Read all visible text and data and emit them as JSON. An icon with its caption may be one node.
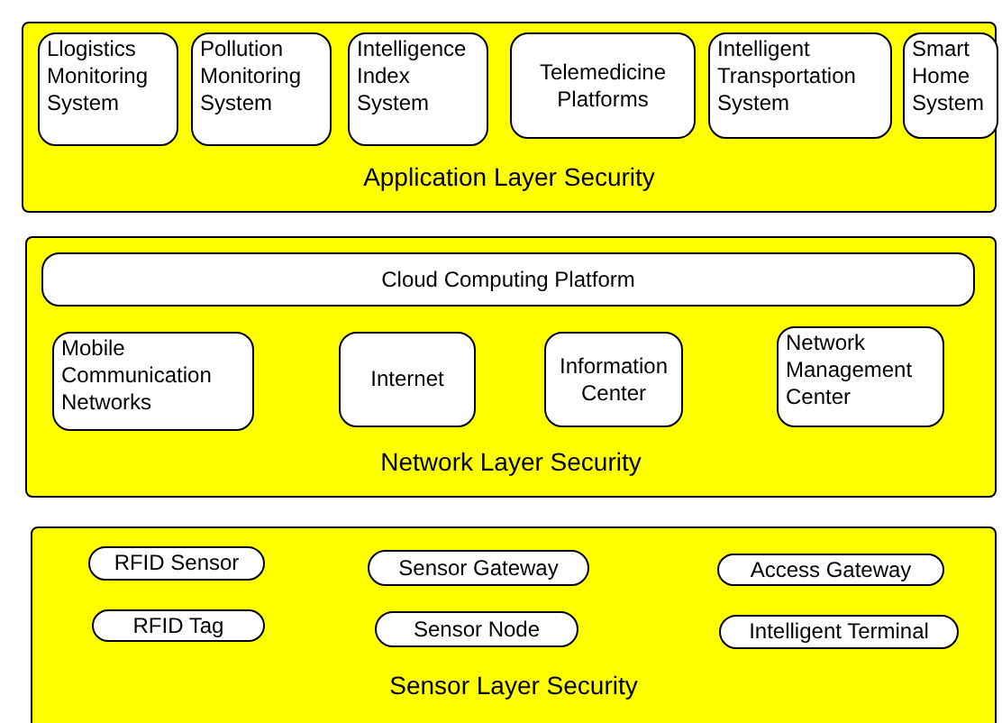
{
  "diagram": {
    "nodes": [
      {
        "text": [
          "Application Layer Security"
        ]
      },
      {
        "text": [
          "Llogistics Monitoring System"
        ],
        "in": 0
      },
      {
        "text": [
          "Pollution Monitoring System"
        ],
        "in": 0
      },
      {
        "text": [
          "Intelligence Index System"
        ],
        "in": 0
      },
      {
        "text": [
          "Telemedicine Platforms"
        ],
        "in": 0
      },
      {
        "text": [
          "Intelligent Transportation System"
        ],
        "in": 0
      },
      {
        "text": [
          "Smart Home System"
        ],
        "in": 0
      },
      {
        "text": [
          "Network Layer Security"
        ]
      },
      {
        "text": [
          "Cloud Computing Platform"
        ],
        "in": 7
      },
      {
        "text": [
          "Mobile Communication Networks"
        ],
        "in": 7
      },
      {
        "text": [
          "Internet"
        ],
        "in": 7
      },
      {
        "text": [
          "Information Center"
        ],
        "in": 7
      },
      {
        "text": [
          "Network Management Center"
        ],
        "in": 7
      },
      {
        "text": [
          "Sensor Layer Security"
        ]
      },
      {
        "text": [
          "RFID Sensor"
        ],
        "in": 13
      },
      {
        "text": [
          "Sensor Gateway"
        ],
        "in": 13
      },
      {
        "text": [
          "Access Gateway"
        ],
        "in": 13
      },
      {
        "text": [
          "RFID Tag"
        ],
        "in": 13
      },
      {
        "text": [
          "Sensor Node"
        ],
        "in": 13
      },
      {
        "text": [
          "Intelligent Terminal"
        ],
        "in": 13
      }
    ]
  }
}
